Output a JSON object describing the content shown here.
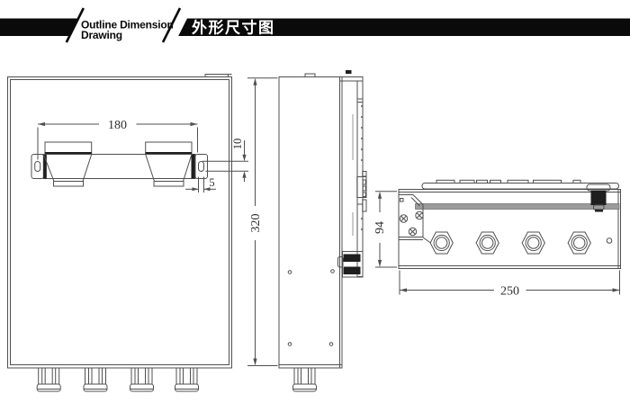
{
  "header": {
    "title_en_line1": "Outline Dimension",
    "title_en_line2": "Drawing",
    "title_zh": "外形尺寸图"
  },
  "dimensions": {
    "bracket_hole_spacing": "180",
    "bracket_slot_height": "10",
    "bracket_slot_width": "5",
    "enclosure_height": "320",
    "enclosure_depth": "94",
    "enclosure_width": "250"
  },
  "colors": {
    "header_bar": "#0a0a0a",
    "line": "#4f4f4f",
    "dark_fill": "#1f1f1f",
    "gray_band": "#9b9b9b",
    "background": "#ffffff"
  }
}
